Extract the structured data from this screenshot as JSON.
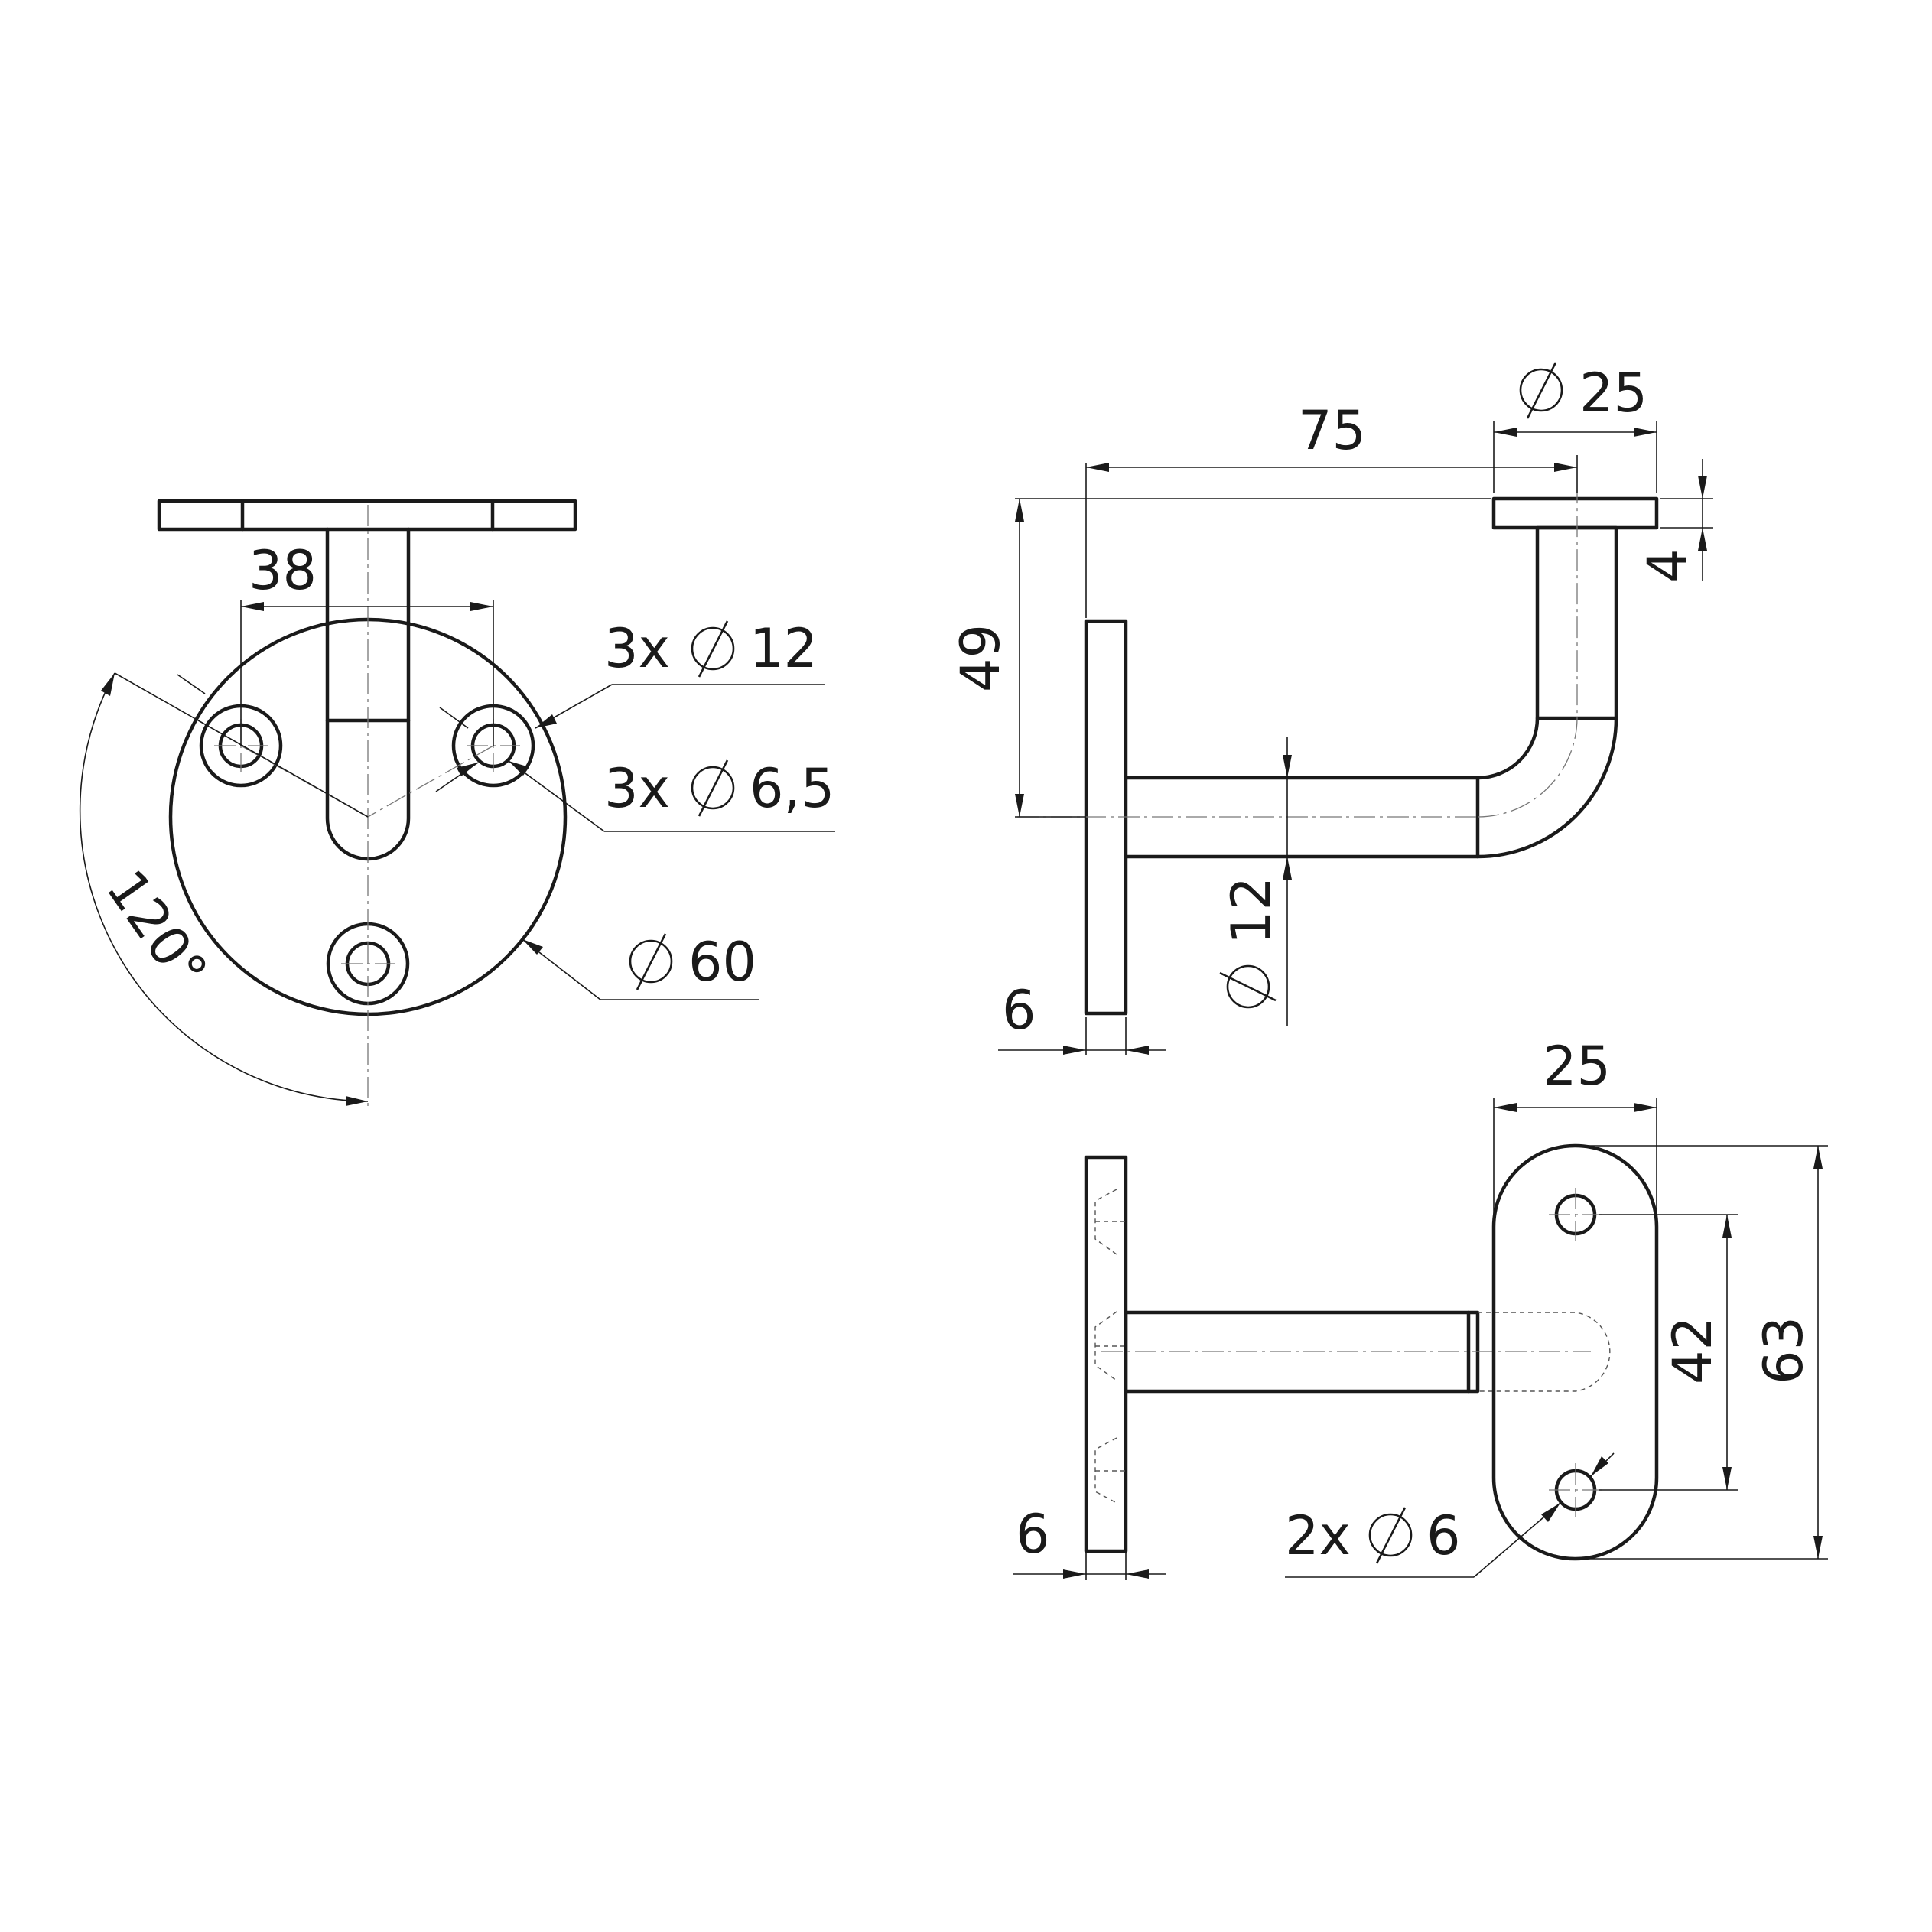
{
  "labels": {
    "front_spacing": "38",
    "front_outer_holes_count": "3x",
    "front_outer_holes_value": "12",
    "front_inner_holes_count": "3x",
    "front_inner_holes_value": "6,5",
    "front_plate_diameter": "60",
    "front_angle": "120°",
    "side_length": "75",
    "side_pad_diameter": "25",
    "side_pad_thickness": "4",
    "side_height": "49",
    "side_bar_diameter": "12",
    "side_plate_thickness": "6",
    "top_pad_width": "25",
    "top_hole_spacing": "42",
    "top_pad_length": "63",
    "top_plate_thickness": "6",
    "top_holes_count": "2x",
    "top_holes_value": "6"
  }
}
